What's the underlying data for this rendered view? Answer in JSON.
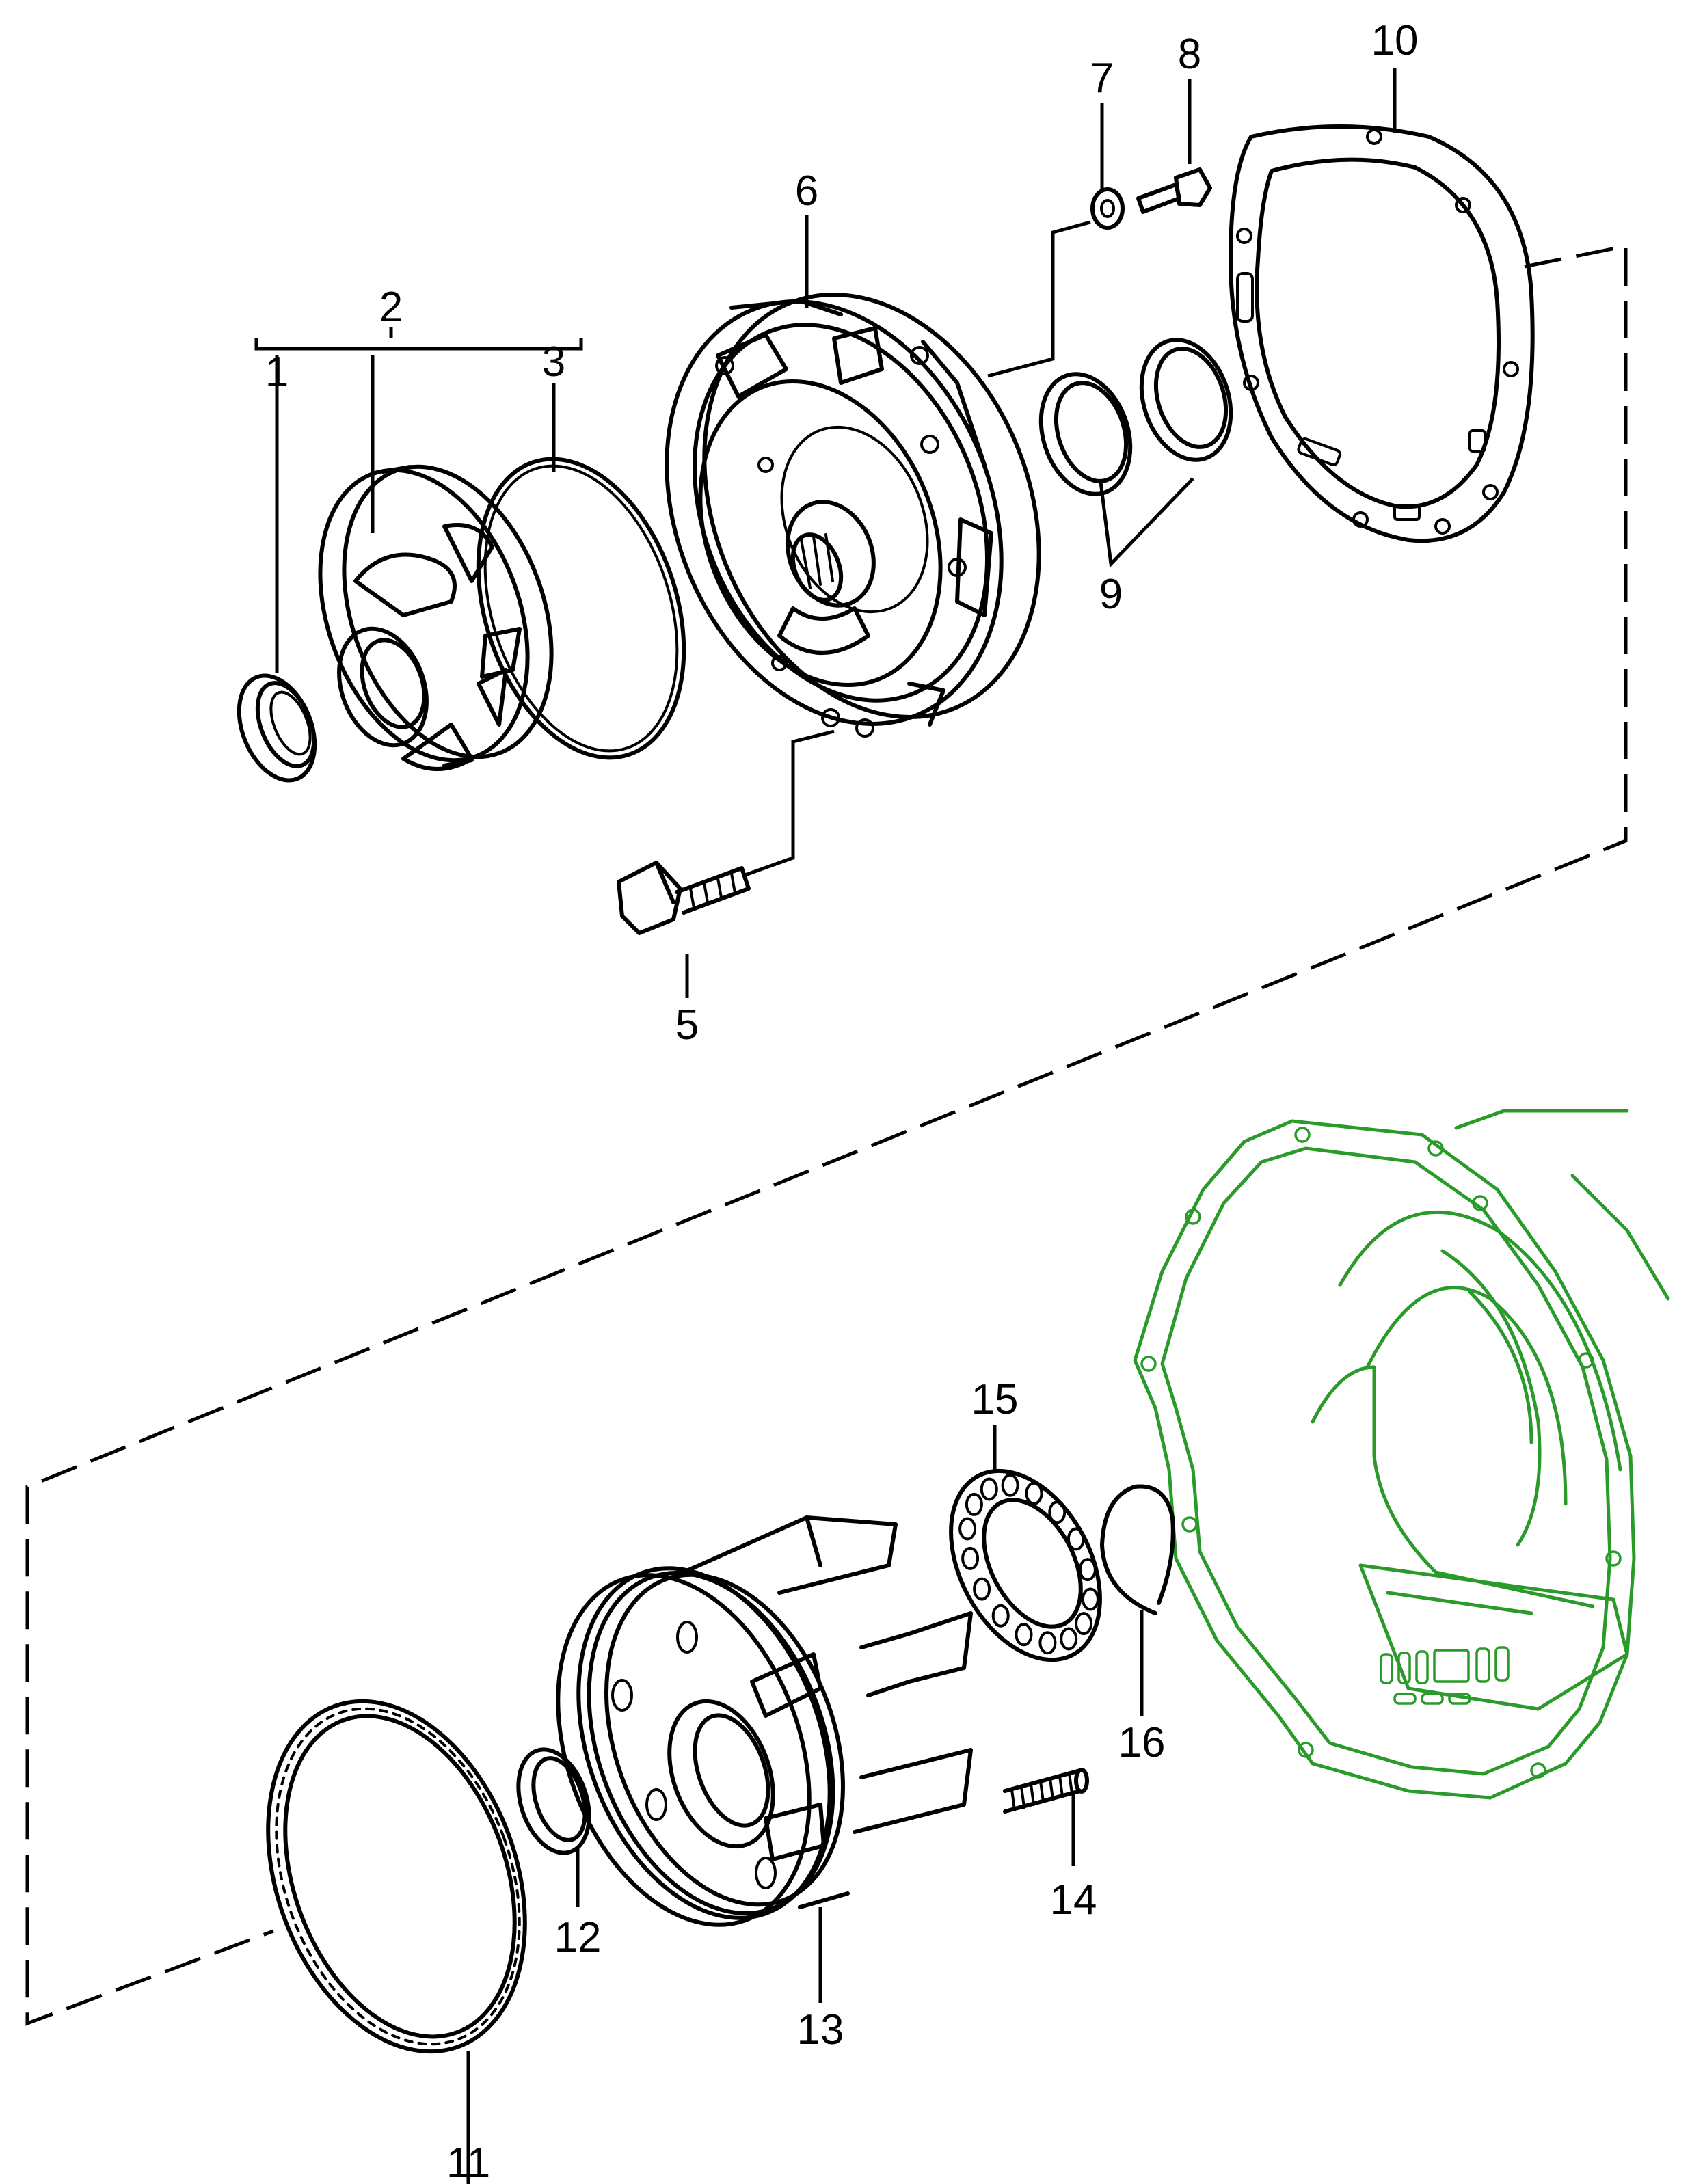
{
  "diagram": {
    "callouts": [
      "1",
      "2",
      "3",
      "5",
      "6",
      "7",
      "8",
      "9",
      "10",
      "11",
      "12",
      "13",
      "14",
      "15",
      "16"
    ]
  },
  "colors": {
    "line": "#000000",
    "housing": "#2a9a2a",
    "background": "#ffffff"
  }
}
